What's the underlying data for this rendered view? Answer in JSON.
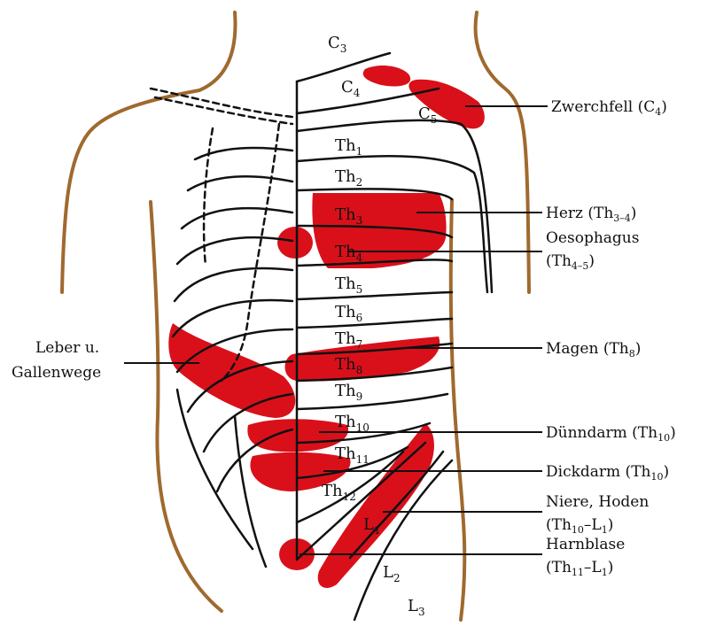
{
  "colors": {
    "skin_outline": "#a0692e",
    "pain_zone": "#d9101a",
    "line": "#111111",
    "background": "#ffffff"
  },
  "segments": {
    "C3": {
      "main": "C",
      "sub": "3"
    },
    "C4": {
      "main": "C",
      "sub": "4"
    },
    "C5": {
      "main": "C",
      "sub": "5"
    },
    "Th1": {
      "main": "Th",
      "sub": "1"
    },
    "Th2": {
      "main": "Th",
      "sub": "2"
    },
    "Th3": {
      "main": "Th",
      "sub": "3"
    },
    "Th4": {
      "main": "Th",
      "sub": "4"
    },
    "Th5": {
      "main": "Th",
      "sub": "5"
    },
    "Th6": {
      "main": "Th",
      "sub": "6"
    },
    "Th7": {
      "main": "Th",
      "sub": "7"
    },
    "Th8": {
      "main": "Th",
      "sub": "8"
    },
    "Th9": {
      "main": "Th",
      "sub": "9"
    },
    "Th10": {
      "main": "Th",
      "sub": "10"
    },
    "Th11": {
      "main": "Th",
      "sub": "11"
    },
    "Th12": {
      "main": "Th",
      "sub": "12"
    },
    "L1": {
      "main": "L",
      "sub": "1"
    },
    "L2": {
      "main": "L",
      "sub": "2"
    },
    "L3": {
      "main": "L",
      "sub": "3"
    }
  },
  "annotations": {
    "zwerchfell": {
      "text": "Zwerchfell (C",
      "sub": "4",
      "tail": ")"
    },
    "herz": {
      "text": "Herz (Th",
      "sub": "3–4",
      "tail": ")"
    },
    "oesophagus": {
      "line1": "Oesophagus",
      "line2_text": "(Th",
      "line2_sub": "4–5",
      "line2_tail": ")"
    },
    "leber": {
      "line1": "Leber u.",
      "line2": "Gallenwege"
    },
    "magen": {
      "text": "Magen (Th",
      "sub": "8",
      "tail": ")"
    },
    "duenndarm": {
      "text": "Dünndarm (Th",
      "sub": "10",
      "tail": ")"
    },
    "dickdarm": {
      "text": "Dickdarm (Th",
      "sub": "10",
      "tail": ")"
    },
    "niere": {
      "line1": "Niere, Hoden",
      "line2_text": "(Th",
      "line2_sub": "10",
      "line2_mid": "–L",
      "line2_sub2": "1",
      "line2_tail": ")"
    },
    "harnblase": {
      "line1": "Harnblase",
      "line2_text": "(Th",
      "line2_sub": "11",
      "line2_mid": "–L",
      "line2_sub2": "1",
      "line2_tail": ")"
    }
  }
}
